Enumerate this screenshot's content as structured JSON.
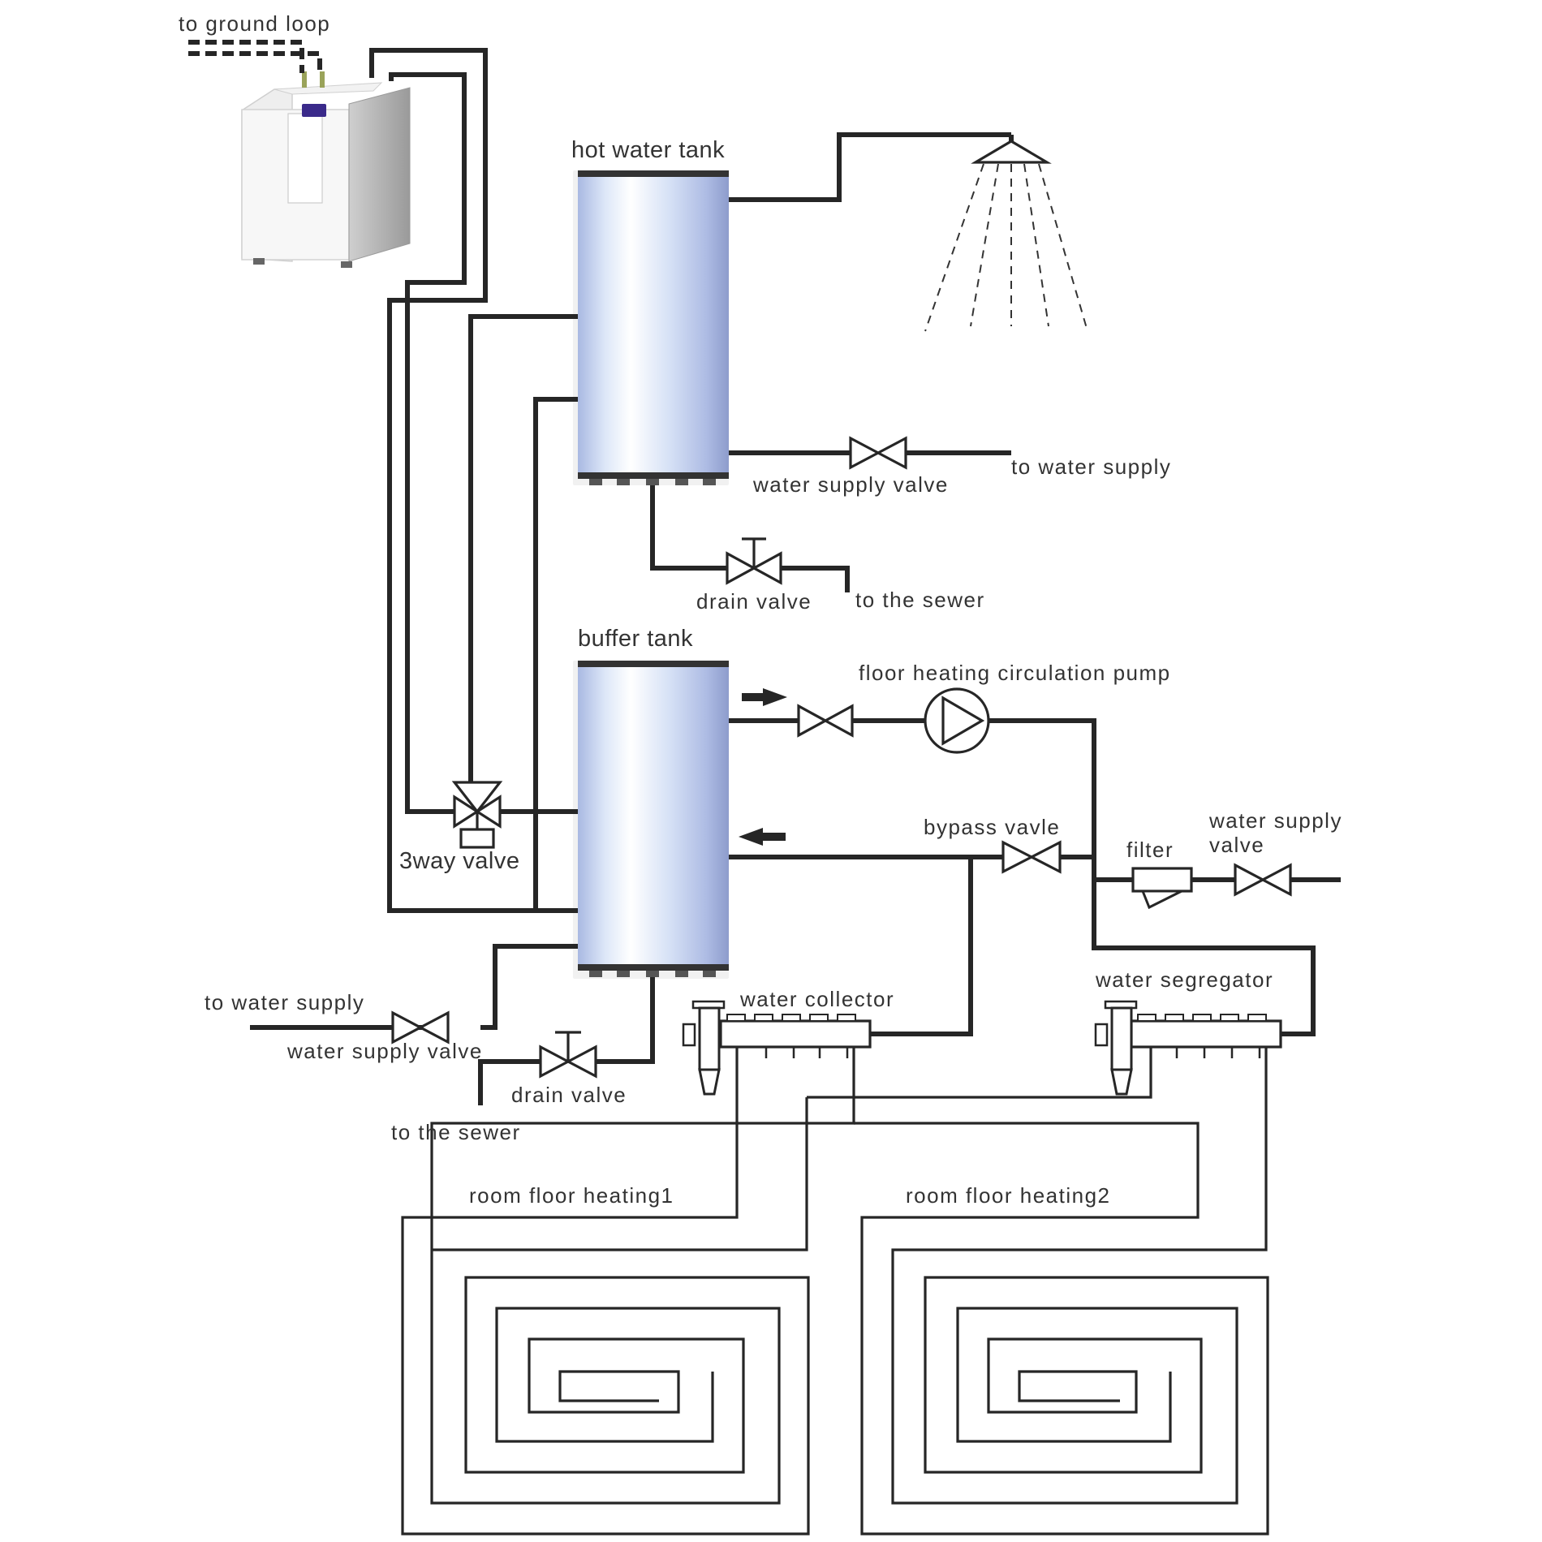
{
  "labels": {
    "ground_loop": "to  ground loop",
    "hot_water_tank": "hot water tank",
    "buffer_tank": "buffer tank",
    "to_water_supply_top": "to  water  supply",
    "water_supply_valve_top": "water  supply  valve",
    "drain_valve_top": "drain valve",
    "to_the_sewer_top": "to the  sewer",
    "circulation_pump": "floor   heating   circulation pump",
    "bypass_valve": "bypass   vavle",
    "filter": "filter",
    "water_supply_valve_right_1": "water supply",
    "water_supply_valve_right_2": "valve",
    "three_way_valve": "3way valve",
    "to_water_supply_bottom": "to  water  supply",
    "water_supply_valve_bottom": "water  supply  valve",
    "drain_valve_bottom": "drain valve",
    "to_the_sewer_bottom": "to  the  sewer",
    "water_collector": "water collector",
    "water_segregator": "water  segregator",
    "room_floor_heating_1": "room  floor  heating1",
    "room_floor_heating_2": "room  floor  heating2"
  },
  "colors": {
    "pipe": "#262626",
    "tank_light": "#f4f8ff",
    "tank_blue": "#98a8d8",
    "heat_pump_body": "#f5f5f5",
    "display": "#3a2a8a"
  }
}
